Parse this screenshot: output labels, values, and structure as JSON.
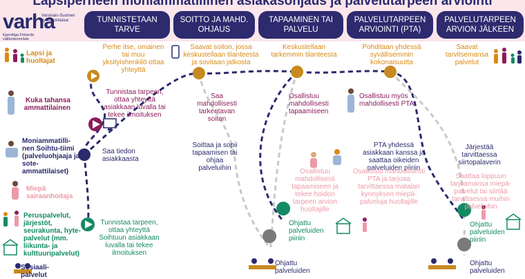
{
  "title": "Lapsiperheen moniammatillinen asiakasohjaus ja palvelutarpeen arviointi",
  "logo": {
    "mark": "var",
    "mark2": "ha",
    "org": "Varsinais-Suomen hyvinvointialue",
    "sub": "Egentliga Finlands välfärdsområde"
  },
  "stages": [
    "TUNNISTETAAN TARVE",
    "SOITTO JA MAHD. OHJAUS",
    "TAPAAMINEN TAI PALVELU",
    "PALVELUTARPEEN ARVIOINTI (PTA)",
    "PALVELUTARPEEN ARVION JÄLKEEN"
  ],
  "actors": {
    "family": "Lapsi ja huoltajat",
    "anyone": "Kuka tahansa ammattilainen",
    "team": "Moniammatilli-nen Soihtu-tiimi (palveluohjaaja ja sote-ammattilaiset)",
    "miepa": "Miepä sairaanhoitaja",
    "services": "Peruspalvelut, järjestöt, seurakunta, hyte-palvelut (mm. liikunta- ja kulttuuripalvelut)",
    "social": "Sosiaali-palvelut"
  },
  "notes": {
    "n1": "Perhe itse, omainen tai muu yksityishenkilö ottaa yhteyttä",
    "n2": "Saavat soiton, jossa keskustellaan tilanteesta ja sovitaan jatkosta",
    "n3": "Keskustellaan tarkemmin tilanteesta",
    "n4": "Pohditaan yhdessä syvällisemmin kokonaisuutta",
    "n5": "Saavat tarvitsemansa palvelut",
    "n6": "Tunnistaa tarpeen, ottaa yhteyttä asiakkaan luvalla tai tekee ilmoituksen",
    "n7": "Saa mahdollisesti tarkentavan soiton",
    "n8": "Osallistuu mahdollisesti tapaamiseen",
    "n9": "Osallistuu myös mahdollisesti PTA",
    "n10": "Saa tiedon asiakkaasta",
    "n11": "Soittaa ja sopii tapaamisen tai ohjaa palveluihin",
    "n12": "PTA yhdessä asiakkaan kanssa ja saattaa oikeiden palveluiden piiriin",
    "n13": "Järjestää tarvittaessa siirtopalaverin",
    "n14": "Osallistuu mahdollisesti tapaamiseen ja tekee hoidon tarpeen arvion huoltajille",
    "n15": "Osallistuu mahdollisesti PTA ja tarjoaa tarvittaessa matalan kynnyksen miepä-palveluja huoltajille",
    "n16": "Saattaa loppuun tarjoamansa miepä-palvelut tai siirtää tarvittaessa muihin palveluihin",
    "n17": "Tunnistaa tarpeen, ottaa yhteyttä Soihtuun asiakkaan luvalla tai tekee ilmoituksen",
    "n18": "Ohjattu palveluiden piiriin",
    "n19": "Ohjattu palveluiden piiriin",
    "n20": "Ohjattu palveluiden",
    "n21": "Ohjattu palveluiden"
  },
  "colors": {
    "navy": "#2b2a6e",
    "orange": "#d98a15",
    "magenta": "#8c1c5a",
    "green": "#148a63",
    "pink": "#ec9aa9",
    "band": "#fbe6ec",
    "gold": "#c88a1f"
  },
  "icons": [
    "family-icon",
    "phone-icon",
    "play-icon",
    "computer-icon",
    "pin-icon",
    "people-icon",
    "building-icon"
  ]
}
